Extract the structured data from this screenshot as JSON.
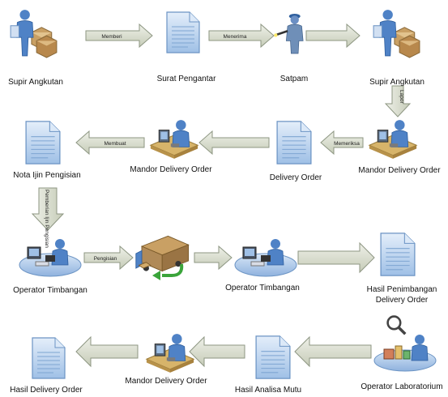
{
  "nodes": {
    "supir1": {
      "label": "Supir Angkutan",
      "icon": "courier-with-boxes-icon"
    },
    "surat": {
      "label": "Surat Pengantar",
      "icon": "document-icon"
    },
    "satpam": {
      "label": "Satpam",
      "icon": "security-guard-icon"
    },
    "supir2": {
      "label": "Supir Angkutan",
      "icon": "courier-with-boxes-icon"
    },
    "mandor1": {
      "label": "Mandor Delivery Order",
      "icon": "worker-at-desk-icon"
    },
    "do": {
      "label": "Delivery Order",
      "icon": "document-icon"
    },
    "mandor2": {
      "label": "Mandor Delivery Order",
      "icon": "worker-at-desk-icon"
    },
    "nota": {
      "label": "Nota Ijin Pengisian",
      "icon": "document-icon"
    },
    "op1": {
      "label": "Operator Timbangan",
      "icon": "operator-workstation-icon"
    },
    "truck": {
      "label": "",
      "icon": "delivery-truck-icon"
    },
    "op2": {
      "label": "Operator Timbangan",
      "icon": "operator-workstation-icon"
    },
    "hasilTimb1": {
      "label": "Hasil Penimbangan",
      "icon": "document-icon"
    },
    "hasilTimb2": {
      "label": "Delivery Order"
    },
    "oplab": {
      "label": "Operator Laboratorium",
      "icon": "lab-operator-icon"
    },
    "analisa": {
      "label": "Hasil Analisa Mutu",
      "icon": "document-icon"
    },
    "mandor3": {
      "label": "Mandor Delivery Order",
      "icon": "worker-at-desk-icon"
    },
    "hasilDO": {
      "label": "Hasil Delivery Order",
      "icon": "document-icon"
    }
  },
  "arrows": {
    "memberi": "Memberi",
    "menerima": "Menerima",
    "lapor": "Lapor",
    "memeriksa": "Memeriksa",
    "membuat": "Membuat",
    "pemberian": "Pemberian Ijin Pengisian",
    "pengisian": "Pengisian"
  },
  "colors": {
    "arrow_fill": "#d6dbcb",
    "arrow_stroke": "#8d9682",
    "doc_fill": "#b8d2ee",
    "doc_stroke": "#6c94c4",
    "person_blue": "#4f82c6",
    "desk": "#d7b46a",
    "workstation_base": "#a9c6ea",
    "truck_box": "#b08a58",
    "green_arrow": "#3aa43a"
  }
}
